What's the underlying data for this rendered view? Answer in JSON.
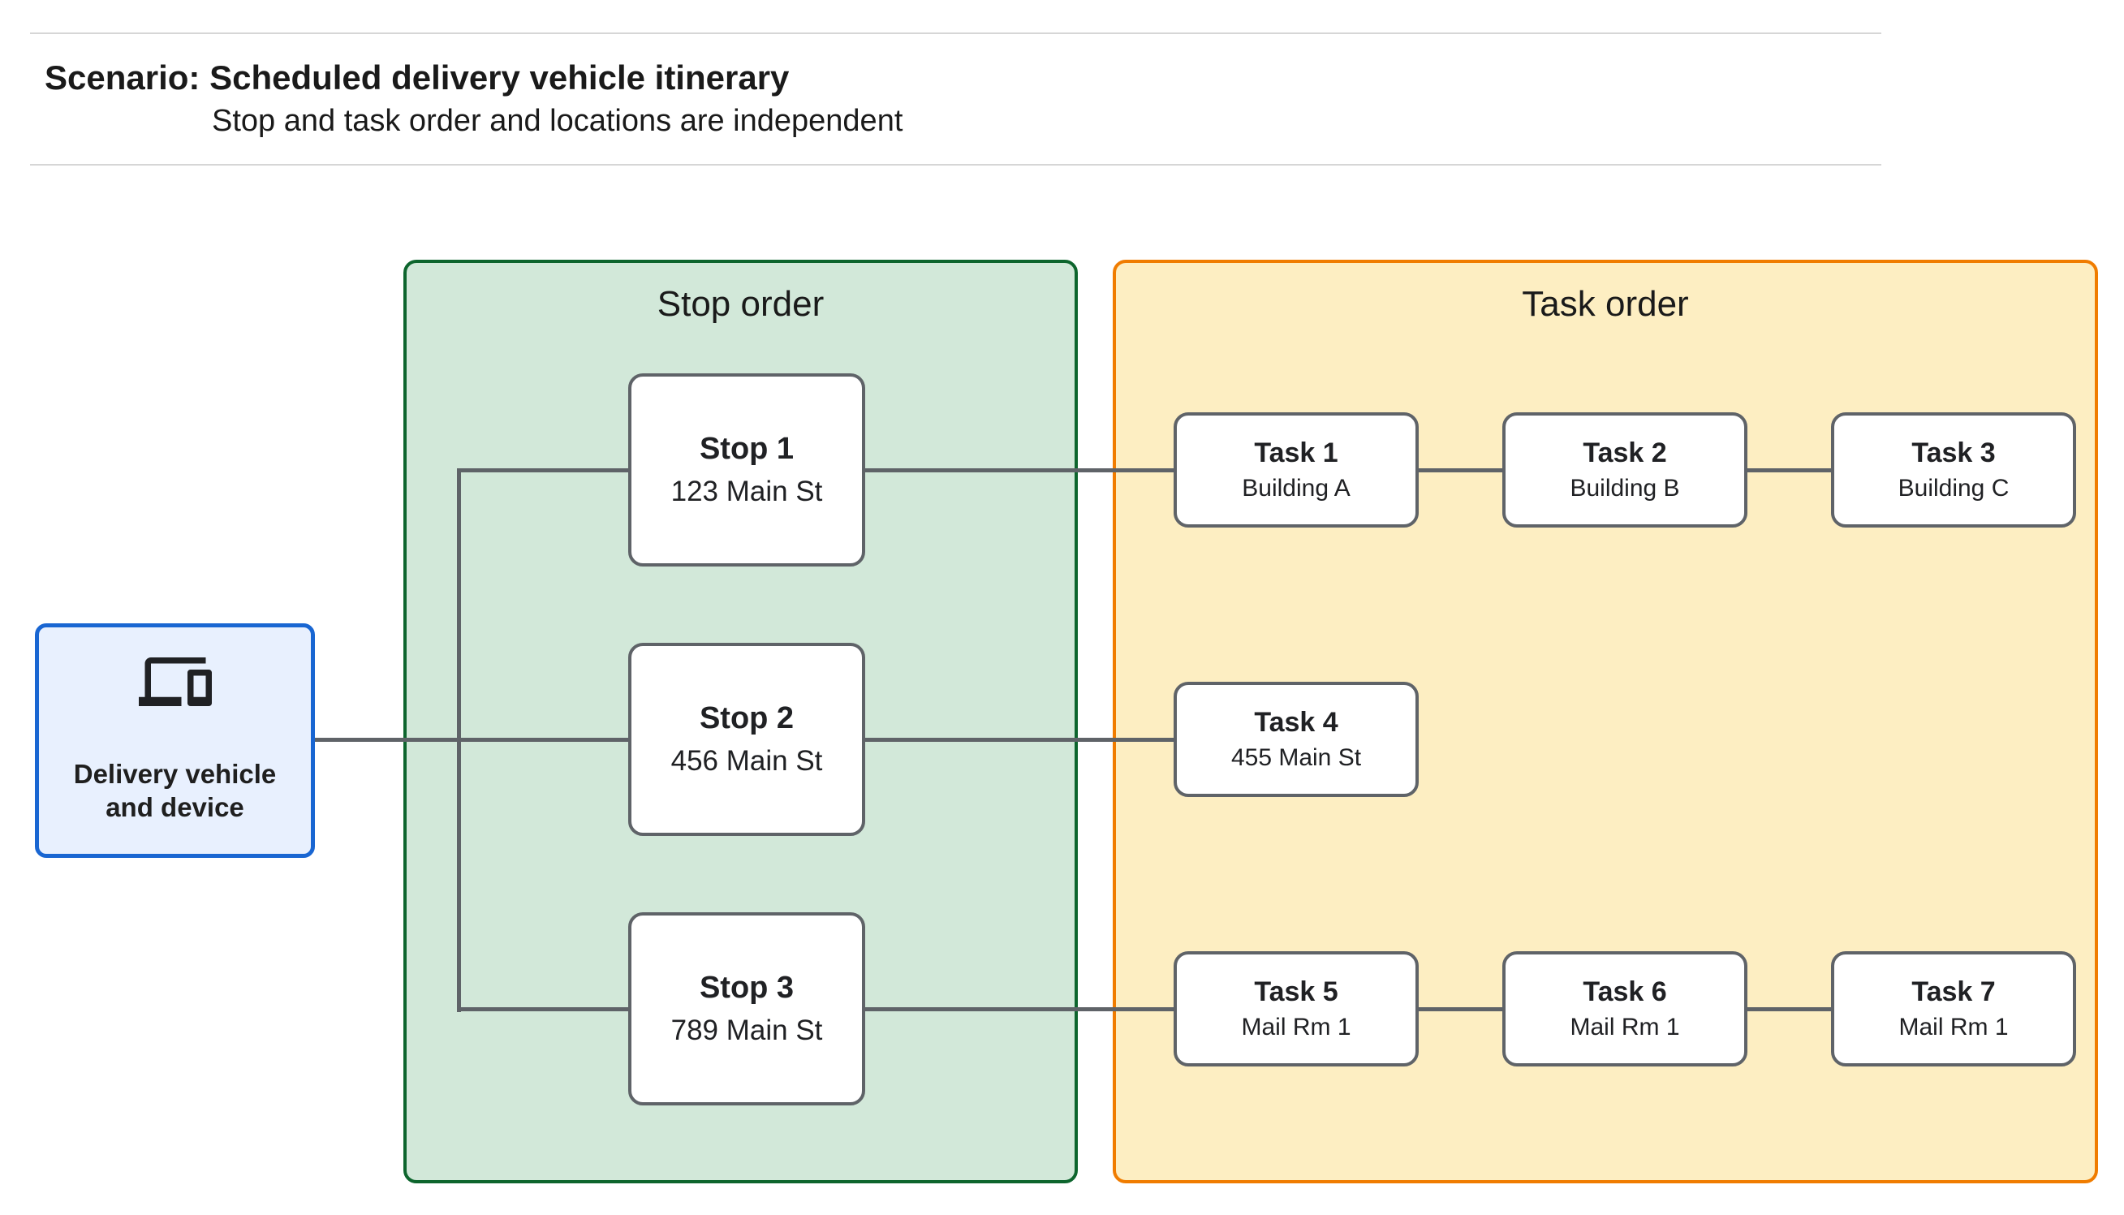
{
  "header": {
    "title": "Scenario: Scheduled delivery vehicle itinerary",
    "subtitle": "Stop and task order and locations are independent"
  },
  "vehicle_node": {
    "label": "Delivery vehicle and device",
    "icon": "devices-icon",
    "fill": "#e8f0fe",
    "border": "#1966d2"
  },
  "stop_panel": {
    "title": "Stop order",
    "fill": "#d2e8d9",
    "border": "#0d652d",
    "stops": [
      {
        "title": "Stop 1",
        "address": "123 Main St"
      },
      {
        "title": "Stop 2",
        "address": "456 Main St"
      },
      {
        "title": "Stop 3",
        "address": "789 Main St"
      }
    ]
  },
  "task_panel": {
    "title": "Task order",
    "fill": "#fdeec2",
    "border": "#f07c00",
    "tasks": [
      {
        "title": "Task 1",
        "location": "Building A"
      },
      {
        "title": "Task 2",
        "location": "Building B"
      },
      {
        "title": "Task 3",
        "location": "Building C"
      },
      {
        "title": "Task 4",
        "location": "455 Main St"
      },
      {
        "title": "Task 5",
        "location": "Mail Rm 1"
      },
      {
        "title": "Task 6",
        "location": "Mail Rm 1"
      },
      {
        "title": "Task 7",
        "location": "Mail Rm 1"
      }
    ]
  },
  "connections": {
    "color": "#5f6368",
    "edges": [
      "Delivery vehicle and device - Stop 1",
      "Delivery vehicle and device - Stop 2",
      "Delivery vehicle and device - Stop 3",
      "Stop 1 - Task 1",
      "Task 1 - Task 2",
      "Task 2 - Task 3",
      "Stop 2 - Task 4",
      "Stop 3 - Task 5",
      "Task 5 - Task 6",
      "Task 6 - Task 7"
    ]
  }
}
